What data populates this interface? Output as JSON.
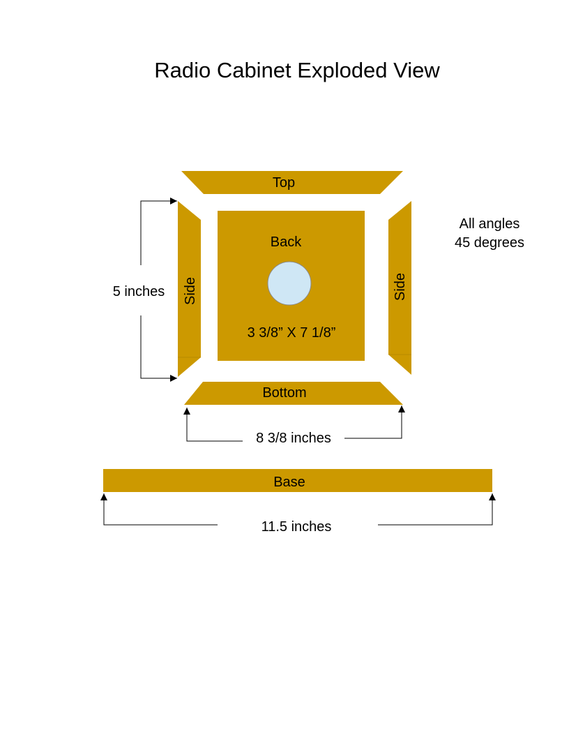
{
  "title": "Radio Cabinet Exploded View",
  "colors": {
    "wood": "#cc9900",
    "hole": "#cfe7f5",
    "hole_stroke": "#8a8a8a",
    "line": "#000000"
  },
  "parts": {
    "top": "Top",
    "back": "Back",
    "back_size": "3 3/8” X 7 1/8”",
    "left_side": "Side",
    "right_side": "Side",
    "bottom": "Bottom",
    "base": "Base"
  },
  "notes": {
    "line1": "All angles",
    "line2": "45 degrees"
  },
  "dimensions": {
    "side_height": "5 inches",
    "bottom_width": "8 3/8 inches",
    "base_width": "11.5 inches"
  }
}
